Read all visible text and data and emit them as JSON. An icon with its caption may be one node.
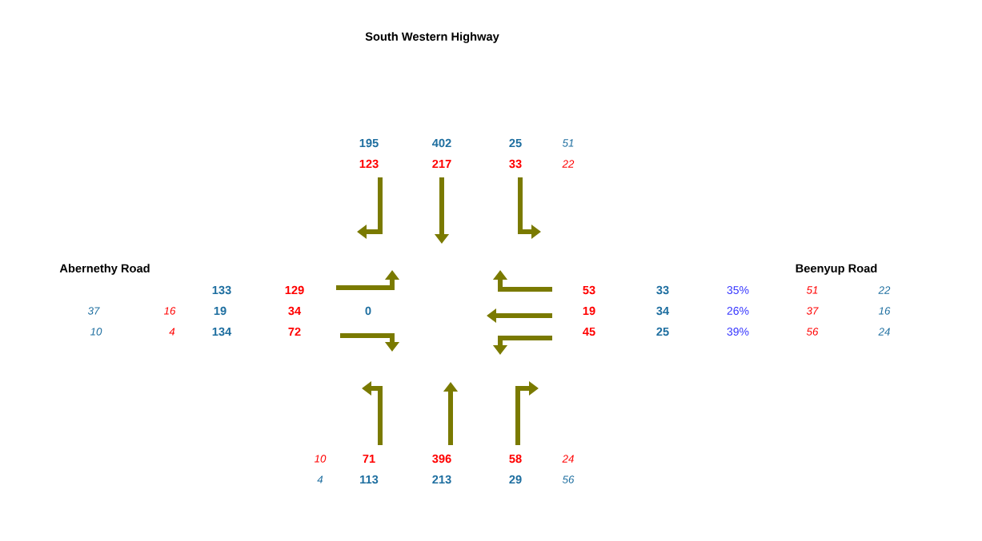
{
  "diagram": {
    "labels": [
      "South Western Highway",
      "195",
      "402",
      "25",
      "51",
      "123",
      "217",
      "33",
      "22",
      "Abernethy Road",
      "Beenyup Road",
      "133",
      "129",
      "53",
      "33",
      "35%",
      "51",
      "22",
      "37",
      "16",
      "19",
      "34",
      "0",
      "19",
      "34",
      "26%",
      "37",
      "16",
      "10",
      "4",
      "134",
      "72",
      "45",
      "25",
      "39%",
      "56",
      "24",
      "10",
      "71",
      "396",
      "58",
      "24",
      "4",
      "113",
      "213",
      "29",
      "56"
    ]
  }
}
